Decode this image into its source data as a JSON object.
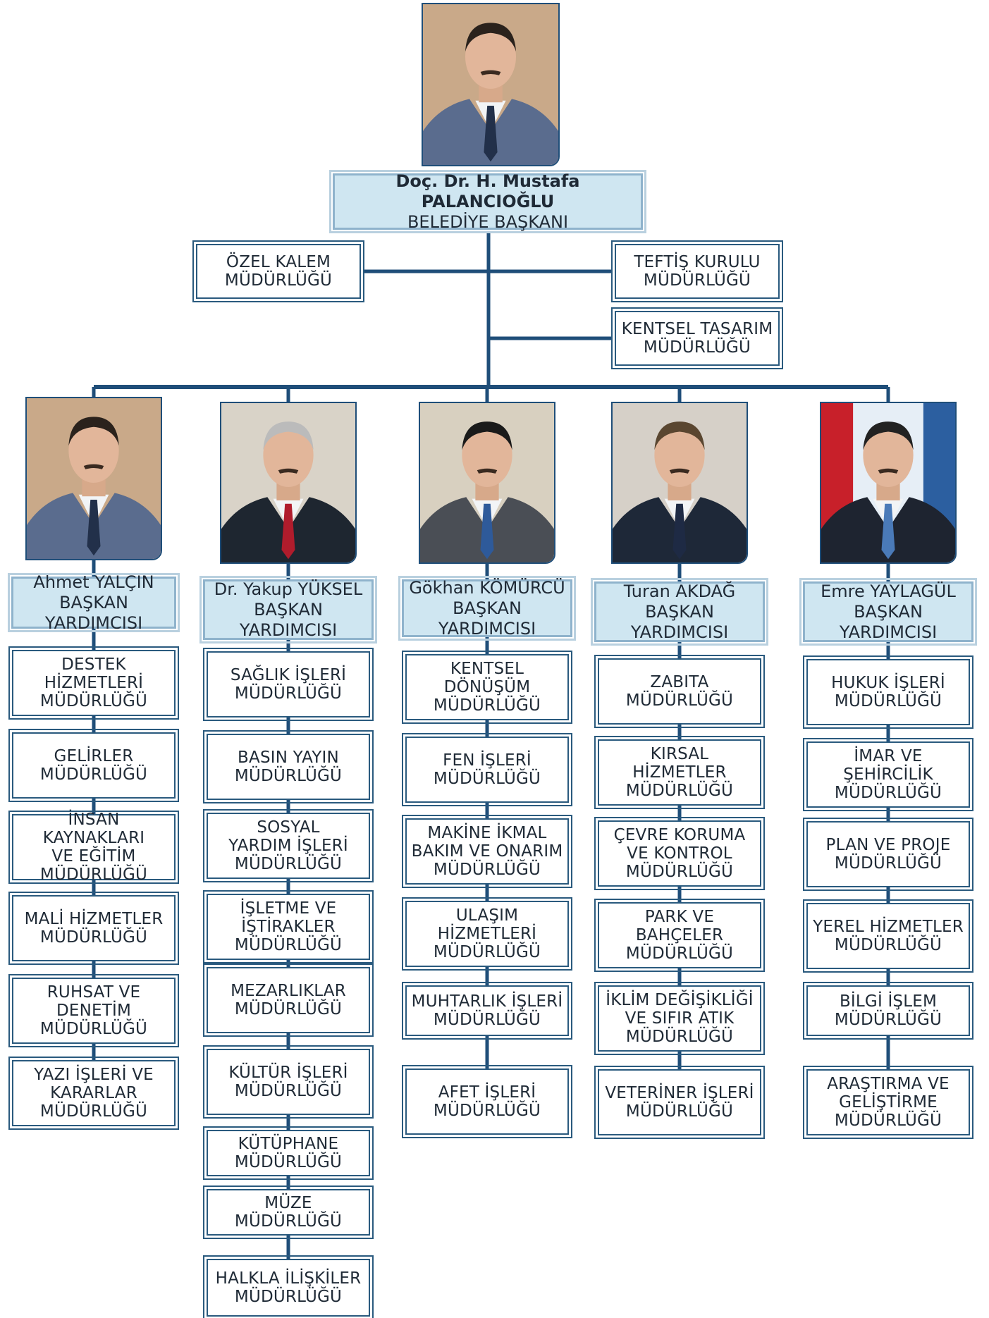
{
  "mayor": {
    "name": "Doç. Dr. H. Mustafa PALANCIOĞLU",
    "title": "BELEDİYE BAŞKANI",
    "photo": "portrait-photo"
  },
  "mayor_units": [
    {
      "lines": [
        "ÖZEL KALEM",
        "MÜDÜRLÜĞÜ"
      ]
    },
    {
      "lines": [
        "TEFTİŞ KURULU",
        "MÜDÜRLÜĞÜ"
      ]
    },
    {
      "lines": [
        "KENTSEL TASARIM",
        "MÜDÜRLÜĞÜ"
      ]
    }
  ],
  "deputies": [
    {
      "name": "Ahmet YALÇIN",
      "title": "BAŞKAN YARDIMCISI",
      "photo": "portrait-photo",
      "units": [
        {
          "lines": [
            "DESTEK",
            "HİZMETLERİ",
            "MÜDÜRLÜĞÜ"
          ]
        },
        {
          "lines": [
            "GELİRLER",
            "MÜDÜRLÜĞÜ"
          ]
        },
        {
          "lines": [
            "İNSAN KAYNAKLARI",
            "VE EĞİTİM",
            "MÜDÜRLÜĞÜ"
          ]
        },
        {
          "lines": [
            "MALİ HİZMETLER",
            "MÜDÜRLÜĞÜ"
          ]
        },
        {
          "lines": [
            "RUHSAT VE",
            "DENETİM",
            "MÜDÜRLÜĞÜ"
          ]
        },
        {
          "lines": [
            "YAZI İŞLERİ VE",
            "KARARLAR",
            "MÜDÜRLÜĞÜ"
          ]
        }
      ]
    },
    {
      "name": "Dr. Yakup YÜKSEL",
      "title": "BAŞKAN YARDIMCISI",
      "photo": "portrait-photo",
      "units": [
        {
          "lines": [
            "SAĞLIK İŞLERİ",
            "MÜDÜRLÜĞÜ"
          ]
        },
        {
          "lines": [
            "BASIN YAYIN",
            "MÜDÜRLÜĞÜ"
          ]
        },
        {
          "lines": [
            "SOSYAL",
            "YARDIM İŞLERİ",
            "MÜDÜRLÜĞÜ"
          ]
        },
        {
          "lines": [
            "İŞLETME VE",
            "İŞTİRAKLER",
            "MÜDÜRLÜĞÜ"
          ]
        },
        {
          "lines": [
            "MEZARLIKLAR",
            "MÜDÜRLÜĞÜ"
          ]
        },
        {
          "lines": [
            "KÜLTÜR İŞLERİ",
            "MÜDÜRLÜĞÜ"
          ]
        },
        {
          "lines": [
            "KÜTÜPHANE",
            "MÜDÜRLÜĞÜ"
          ]
        },
        {
          "lines": [
            "MÜZE",
            "MÜDÜRLÜĞÜ"
          ]
        },
        {
          "lines": [
            "HALKLA İLİŞKİLER",
            "MÜDÜRLÜĞÜ"
          ]
        }
      ]
    },
    {
      "name": "Gökhan KÖMÜRCÜ",
      "title": "BAŞKAN YARDIMCISI",
      "photo": "portrait-photo",
      "units": [
        {
          "lines": [
            "KENTSEL",
            "DÖNÜŞÜM",
            "MÜDÜRLÜĞÜ"
          ]
        },
        {
          "lines": [
            "FEN İŞLERİ",
            "MÜDÜRLÜĞÜ"
          ]
        },
        {
          "lines": [
            "MAKİNE İKMAL",
            "BAKIM VE ONARIM",
            "MÜDÜRLÜĞÜ"
          ]
        },
        {
          "lines": [
            "ULAŞIM",
            "HİZMETLERİ",
            "MÜDÜRLÜĞÜ"
          ]
        },
        {
          "lines": [
            "MUHTARLIK İŞLERİ",
            "MÜDÜRLÜĞÜ"
          ]
        },
        {
          "lines": [
            "AFET İŞLERİ",
            "MÜDÜRLÜĞÜ"
          ]
        }
      ]
    },
    {
      "name": "Turan AKDAĞ",
      "title": "BAŞKAN YARDIMCISI",
      "photo": "portrait-photo",
      "units": [
        {
          "lines": [
            "ZABITA",
            "MÜDÜRLÜĞÜ"
          ]
        },
        {
          "lines": [
            "KIRSAL HİZMETLER",
            "MÜDÜRLÜĞÜ"
          ]
        },
        {
          "lines": [
            "ÇEVRE KORUMA",
            "VE KONTROL",
            "MÜDÜRLÜĞÜ"
          ]
        },
        {
          "lines": [
            "PARK VE",
            "BAHÇELER",
            "MÜDÜRLÜĞÜ"
          ]
        },
        {
          "lines": [
            "İKLİM DEĞİŞİKLİĞİ",
            "VE SIFIR ATIK",
            "MÜDÜRLÜĞÜ"
          ]
        },
        {
          "lines": [
            "VETERİNER İŞLERİ",
            "MÜDÜRLÜĞÜ"
          ]
        }
      ]
    },
    {
      "name": "Emre YAYLAGÜL",
      "title": "BAŞKAN YARDIMCISI",
      "photo": "portrait-photo",
      "units": [
        {
          "lines": [
            "HUKUK İŞLERİ",
            "MÜDÜRLÜĞÜ"
          ]
        },
        {
          "lines": [
            "İMAR VE",
            "ŞEHİRCİLİK",
            "MÜDÜRLÜĞÜ"
          ]
        },
        {
          "lines": [
            "PLAN VE PROJE",
            "MÜDÜRLÜĞÜ"
          ]
        },
        {
          "lines": [
            "YEREL HİZMETLER",
            "MÜDÜRLÜĞÜ"
          ]
        },
        {
          "lines": [
            "BİLGİ İŞLEM",
            "MÜDÜRLÜĞÜ"
          ]
        },
        {
          "lines": [
            "ARAŞTIRMA VE",
            "GELİŞTİRME",
            "MÜDÜRLÜĞÜ"
          ]
        }
      ]
    }
  ],
  "colors": {
    "line": "#1f4e79",
    "box_border": "#2a5a7e",
    "header_fill": "#cfe6f1",
    "header_border": "#8fb3cc"
  }
}
